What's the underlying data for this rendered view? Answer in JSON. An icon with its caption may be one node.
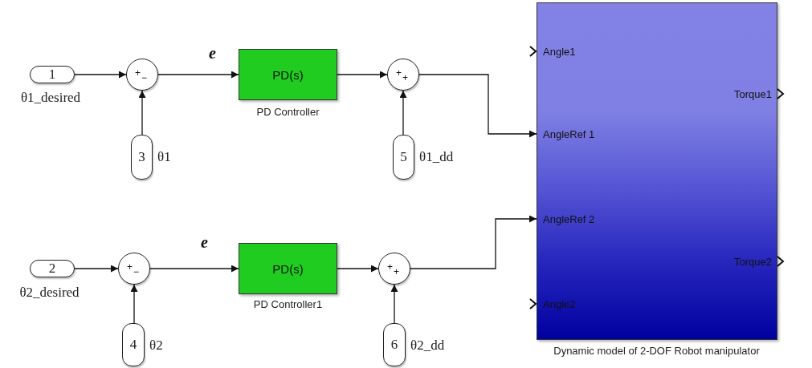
{
  "diagram": {
    "nodes": [
      {
        "text": [
          "1"
        ],
        "beside": [
          "θ1_desired"
        ]
      },
      {
        "text": [
          "+",
          "−"
        ]
      },
      {
        "text": [
          "3"
        ],
        "beside": [
          "θ1"
        ]
      },
      {
        "text": [
          "PD(s)"
        ],
        "beside": [
          "PD Controller"
        ]
      },
      {
        "text": [
          "+",
          "+"
        ]
      },
      {
        "text": [
          "5"
        ],
        "beside": [
          "θ1_dd"
        ]
      },
      {
        "text": [
          "Angle1",
          "AngleRef 1",
          "AngleRef 2",
          "Angle2",
          "Torque1",
          "Torque2"
        ],
        "beside": [
          "Dynamic model of 2-DOF Robot manipulator"
        ]
      },
      {
        "text": [
          "2"
        ],
        "beside": [
          "θ2_desired"
        ]
      },
      {
        "text": [
          "+",
          "−"
        ]
      },
      {
        "text": [
          "4"
        ],
        "beside": [
          "θ2"
        ]
      },
      {
        "text": [
          "PD(s)"
        ],
        "beside": [
          "PD Controller1"
        ]
      },
      {
        "text": [
          "+",
          "+"
        ]
      },
      {
        "text": [
          "6"
        ],
        "beside": [
          "θ2_dd"
        ]
      }
    ],
    "edges": [
      {
        "from": 0,
        "to": 1,
        "arrow": "to"
      },
      {
        "from": 2,
        "to": 1,
        "arrow": "to"
      },
      {
        "from": 1,
        "to": 3,
        "arrow": "to",
        "label": "e"
      },
      {
        "from": 3,
        "to": 4,
        "arrow": "to"
      },
      {
        "from": 5,
        "to": 4,
        "arrow": "to"
      },
      {
        "from": 4,
        "to": 6,
        "arrow": "to"
      },
      {
        "from": 7,
        "to": 8,
        "arrow": "to"
      },
      {
        "from": 9,
        "to": 8,
        "arrow": "to"
      },
      {
        "from": 8,
        "to": 10,
        "arrow": "to",
        "label": "e"
      },
      {
        "from": 10,
        "to": 11,
        "arrow": "to"
      },
      {
        "from": 12,
        "to": 11,
        "arrow": "to"
      },
      {
        "from": 11,
        "to": 6,
        "arrow": "to"
      }
    ]
  }
}
